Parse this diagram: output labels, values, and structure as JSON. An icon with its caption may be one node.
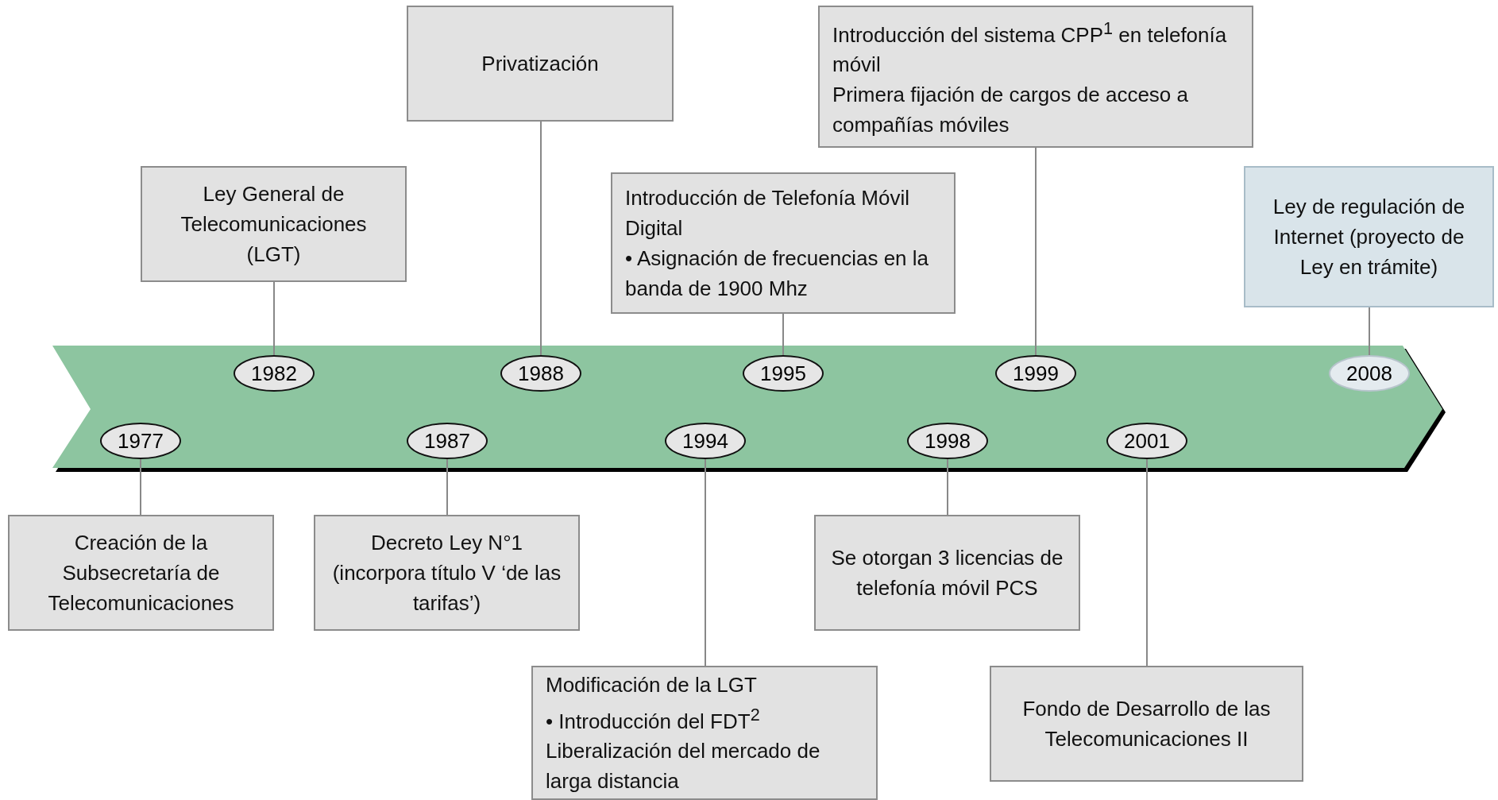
{
  "diagram": {
    "nodes": [
      {
        "text": [
          "Creación de la Subsecretaría de Telecomunicaciones"
        ]
      },
      {
        "text": [
          "1977"
        ]
      },
      {
        "text": [
          "Ley General de Telecomunicaciones (LGT)"
        ]
      },
      {
        "text": [
          "1982"
        ]
      },
      {
        "text": [
          "Decreto Ley N°1 (incorpora título V ‘de las tarifas’)"
        ]
      },
      {
        "text": [
          "1987"
        ]
      },
      {
        "text": [
          "Privatización"
        ]
      },
      {
        "text": [
          "1988"
        ]
      },
      {
        "text": [
          "Modificación de la LGT",
          "• Introducción del FDT$^{2}$",
          "Liberalización del mercado de larga distancia"
        ]
      },
      {
        "text": [
          "1994"
        ]
      },
      {
        "text": [
          "Introducción de Telefonía Móvil Digital",
          "• Asignación de frecuencias en la banda de 1900 Mhz"
        ]
      },
      {
        "text": [
          "1995"
        ]
      },
      {
        "text": [
          "Se otorgan 3 licencias de telefonía móvil PCS"
        ]
      },
      {
        "text": [
          "1998"
        ]
      },
      {
        "text": [
          "Introducción del sistema CPP$^{1}$ en telefonía móvil",
          "Primera fijación de cargos de acceso a compañías móviles"
        ]
      },
      {
        "text": [
          "1999"
        ]
      },
      {
        "text": [
          "Fondo de Desarrollo de las Telecomunicaciones II"
        ]
      },
      {
        "text": [
          "2001"
        ]
      },
      {
        "text": [
          "Ley de regulación de Internet (proyecto de Ley en trámite)"
        ]
      },
      {
        "text": [
          "2008"
        ]
      }
    ],
    "edges": [
      {
        "from": 1,
        "to": 0,
        "arrow": "none"
      },
      {
        "from": 3,
        "to": 2,
        "arrow": "none"
      },
      {
        "from": 5,
        "to": 4,
        "arrow": "none"
      },
      {
        "from": 7,
        "to": 6,
        "arrow": "none"
      },
      {
        "from": 9,
        "to": 8,
        "arrow": "none"
      },
      {
        "from": 11,
        "to": 10,
        "arrow": "none"
      },
      {
        "from": 13,
        "to": 12,
        "arrow": "none"
      },
      {
        "from": 15,
        "to": 14,
        "arrow": "none"
      },
      {
        "from": 17,
        "to": 16,
        "arrow": "none"
      },
      {
        "from": 19,
        "to": 18,
        "arrow": "none"
      }
    ]
  }
}
